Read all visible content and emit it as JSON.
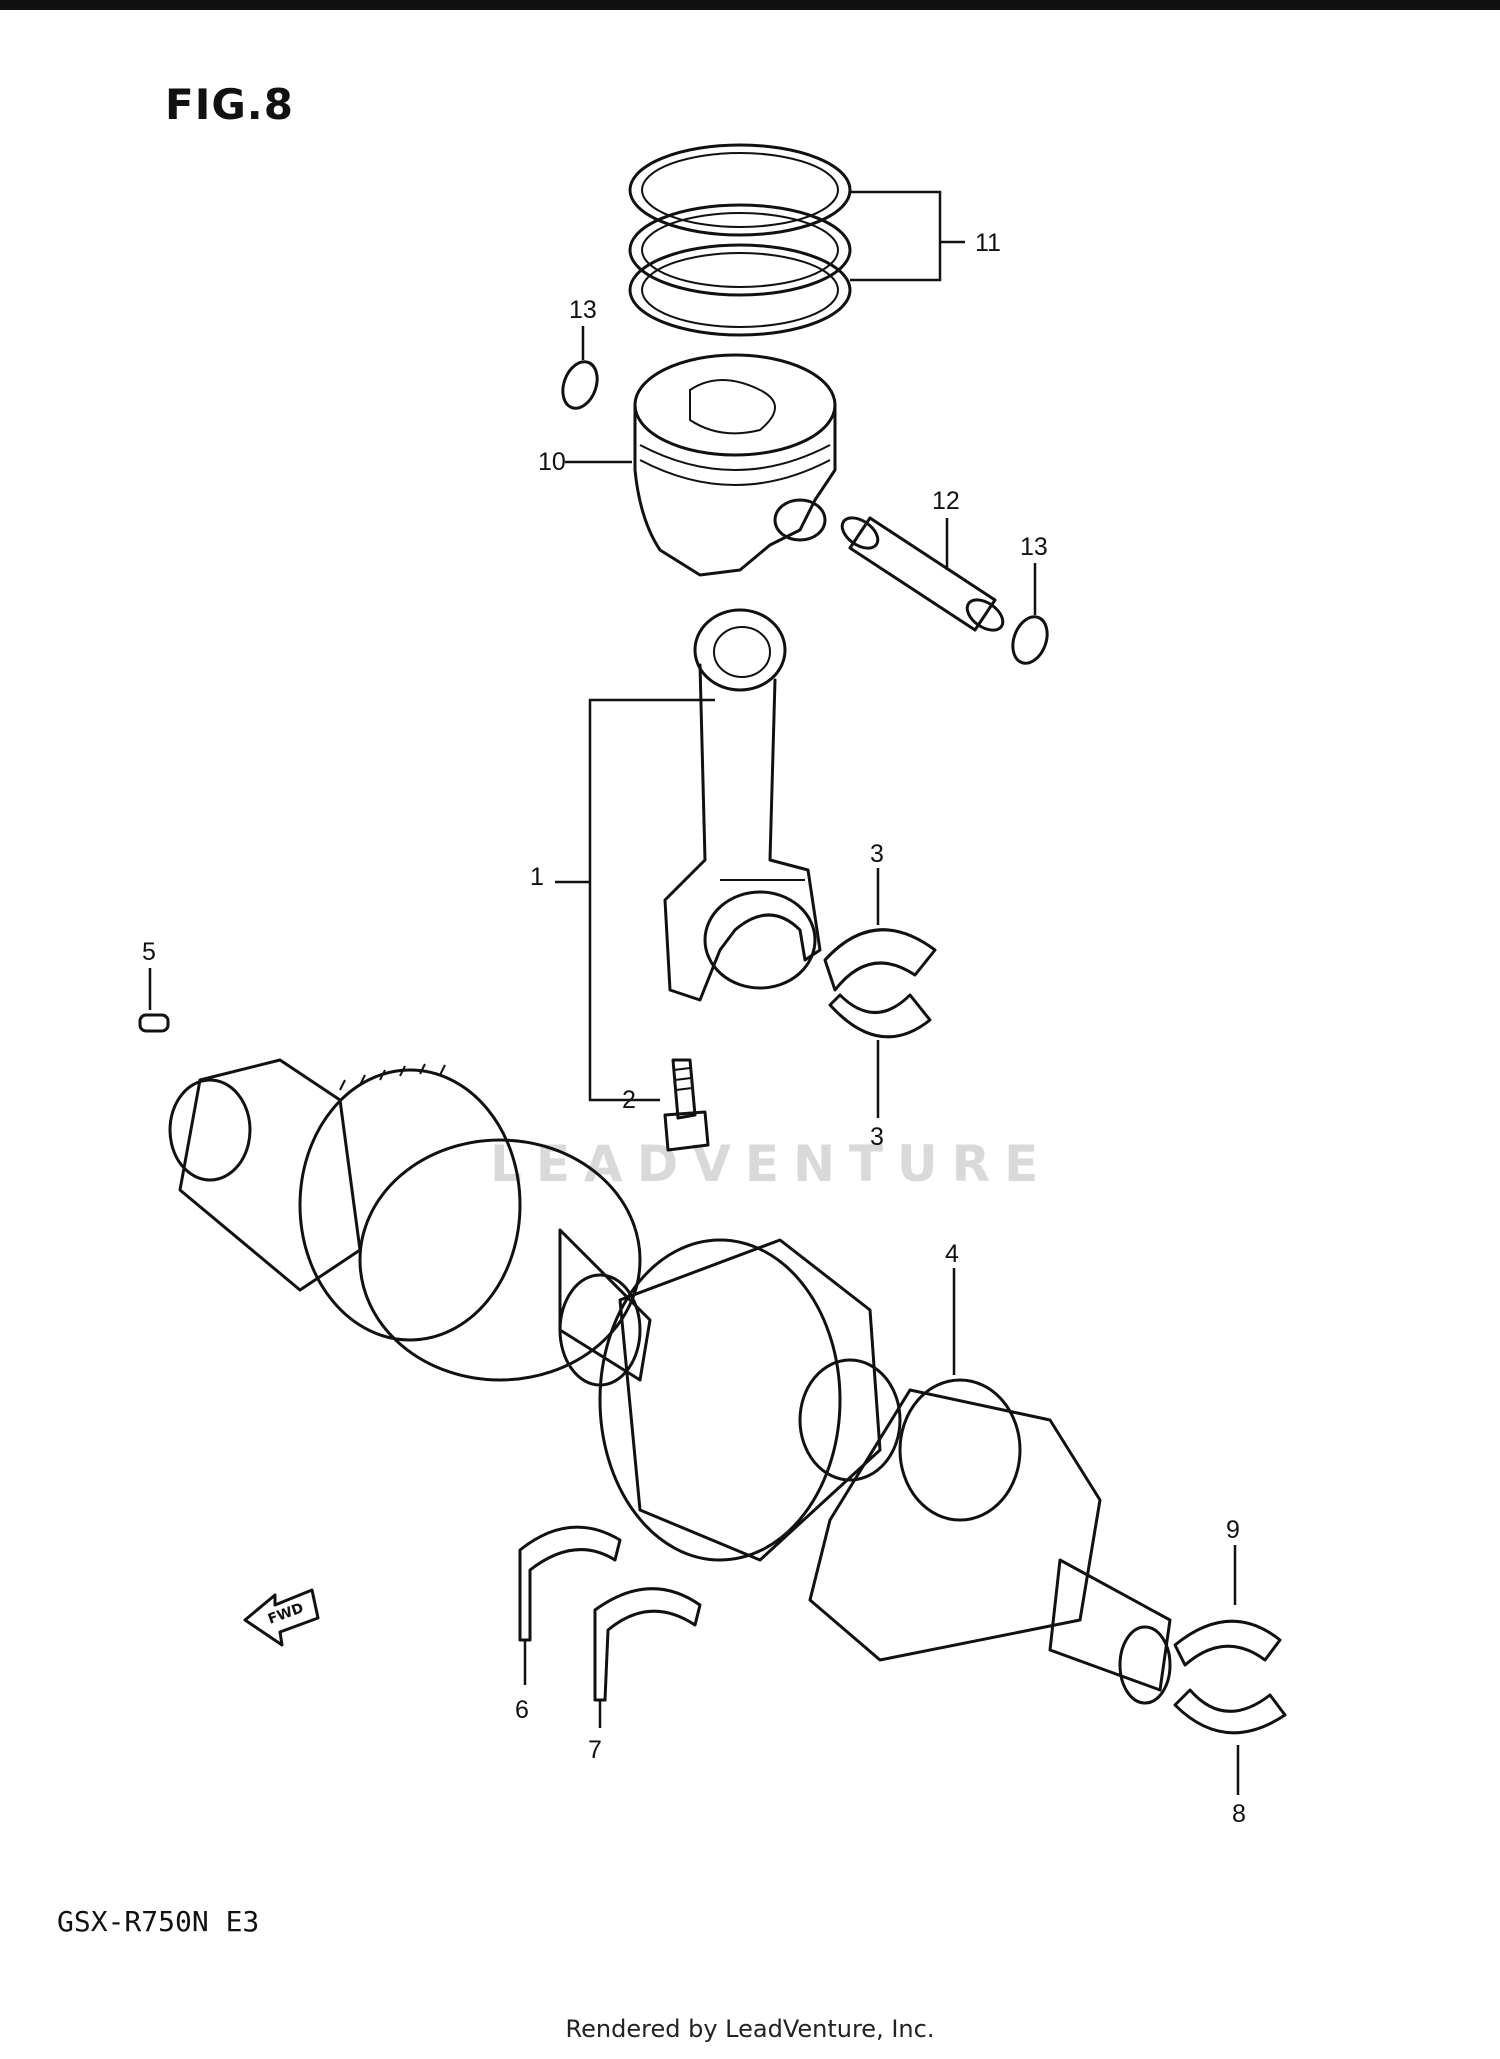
{
  "figure": {
    "title": "FIG.8",
    "model": "GSX-R750N E3",
    "footer": "Rendered by LeadVenture, Inc.",
    "watermark": "LEADVENTURE",
    "fwd_arrow": "FWD"
  },
  "callouts": [
    "1",
    "2",
    "3",
    "3",
    "4",
    "5",
    "6",
    "7",
    "8",
    "9",
    "10",
    "11",
    "12",
    "13",
    "13"
  ],
  "icons": {
    "fwd": "arrow-left-icon"
  }
}
